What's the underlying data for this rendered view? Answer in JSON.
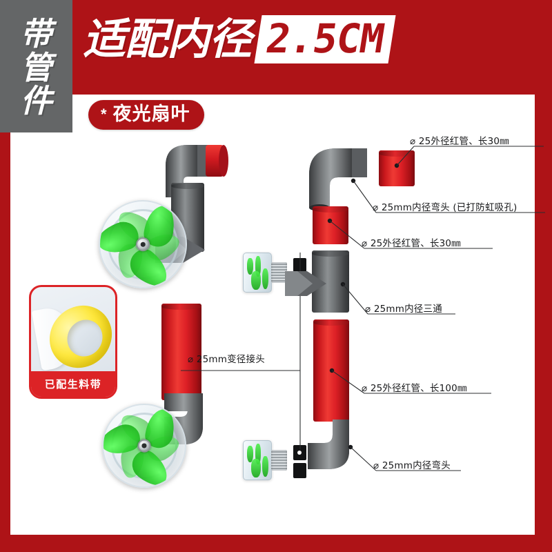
{
  "header": {
    "headline_cn": "适配内径",
    "size_value": "2.5CM"
  },
  "sidebar": {
    "chars": [
      "带",
      "管",
      "件"
    ]
  },
  "badges": {
    "glow_fan": {
      "star": "*",
      "label": "夜光扇叶"
    },
    "tape": {
      "label": "已配生料带"
    }
  },
  "annotations": [
    {
      "id": "red-pipe-30-top",
      "text": "⌀ 25外径红管、长30㎜"
    },
    {
      "id": "elbow-siphon",
      "text": "⌀ 25mm内径弯头 (已打防虹吸孔)"
    },
    {
      "id": "red-pipe-30-mid",
      "text": "⌀ 25外径红管、长30㎜"
    },
    {
      "id": "tee",
      "text": "⌀ 25mm内径三通"
    },
    {
      "id": "red-pipe-100",
      "text": "⌀ 25外径红管、长100㎜"
    },
    {
      "id": "elbow-bottom",
      "text": "⌀ 25mm内径弯头"
    },
    {
      "id": "reducer",
      "text": "⌀ 25mm变径接头"
    }
  ],
  "colors": {
    "deep_red": "#AE1317",
    "bright_red": "#DC2326",
    "pipe_red": "#D71920",
    "sidebar_gray": "#646667",
    "pipe_gray": "#6B6E70",
    "glow_green": "#1FC21F"
  }
}
